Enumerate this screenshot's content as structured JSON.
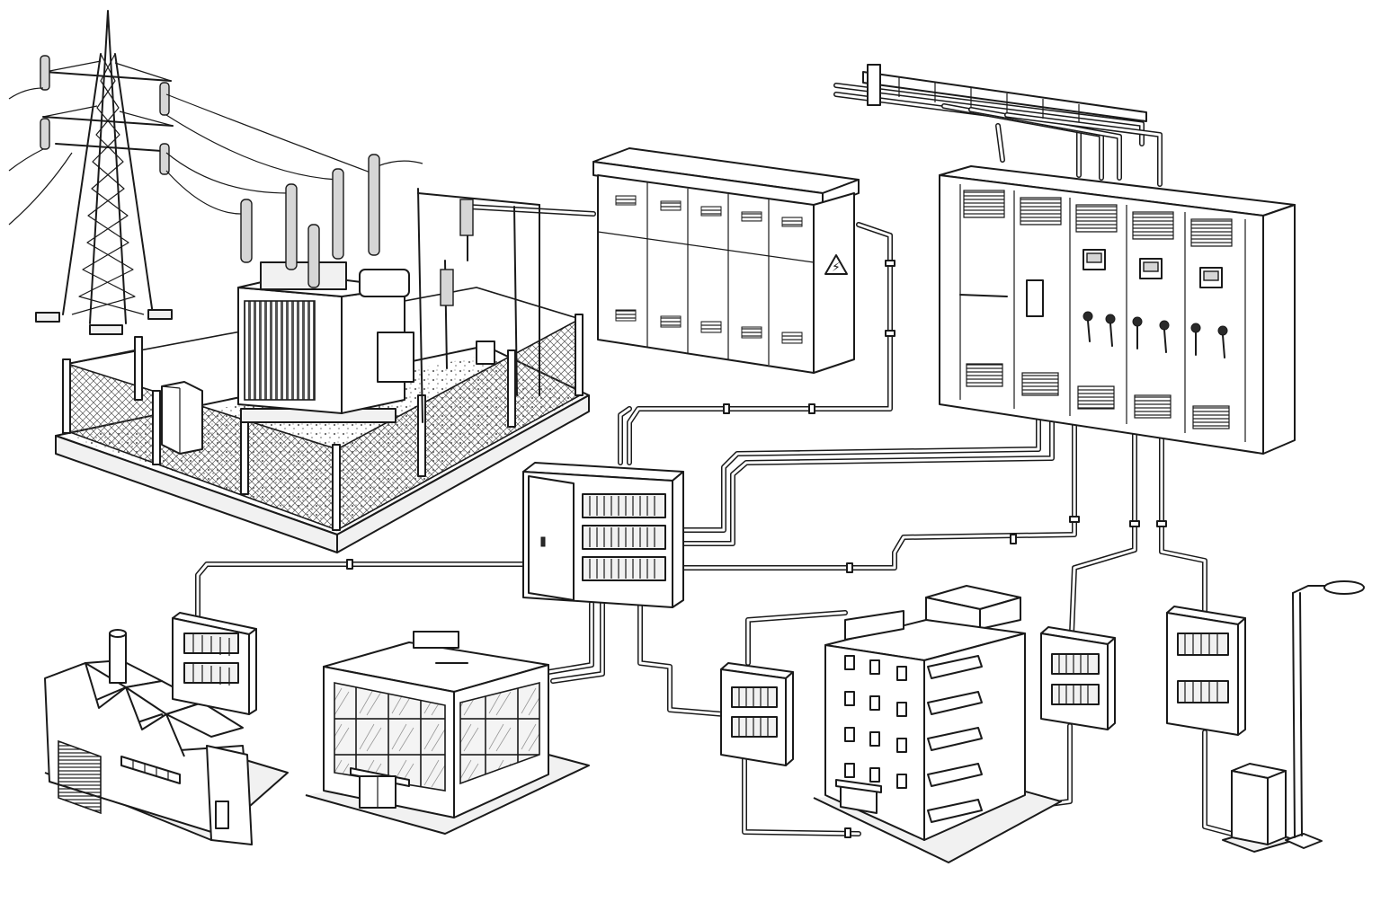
{
  "diagram": {
    "nodes": [
      {
        "id": "transmission-tower",
        "label": ""
      },
      {
        "id": "substation",
        "label": ""
      },
      {
        "id": "compact-switchgear",
        "label": ""
      },
      {
        "id": "main-switchboard",
        "label": ""
      },
      {
        "id": "central-distribution-board",
        "label": ""
      },
      {
        "id": "factory",
        "label": ""
      },
      {
        "id": "office-building",
        "label": ""
      },
      {
        "id": "apartment-building",
        "label": ""
      },
      {
        "id": "street-lamp",
        "label": ""
      }
    ],
    "edges": [
      {
        "from": "transmission-tower",
        "to": "substation"
      },
      {
        "from": "substation",
        "to": "compact-switchgear"
      },
      {
        "from": "compact-switchgear",
        "to": "central-distribution-board"
      },
      {
        "from": "main-switchboard",
        "to": "central-distribution-board"
      },
      {
        "from": "main-switchboard",
        "to": "apartment-building"
      },
      {
        "from": "main-switchboard",
        "to": "street-lamp"
      },
      {
        "from": "central-distribution-board",
        "to": "factory"
      },
      {
        "from": "central-distribution-board",
        "to": "office-building"
      },
      {
        "from": "central-distribution-board",
        "to": "apartment-building"
      }
    ],
    "warning_symbol": "⚡",
    "icons": {
      "warning": "high-voltage-warning-icon",
      "lamp": "street-lamp-icon"
    },
    "colors": {
      "line": "#1a1a1a",
      "background": "#ffffff"
    }
  }
}
